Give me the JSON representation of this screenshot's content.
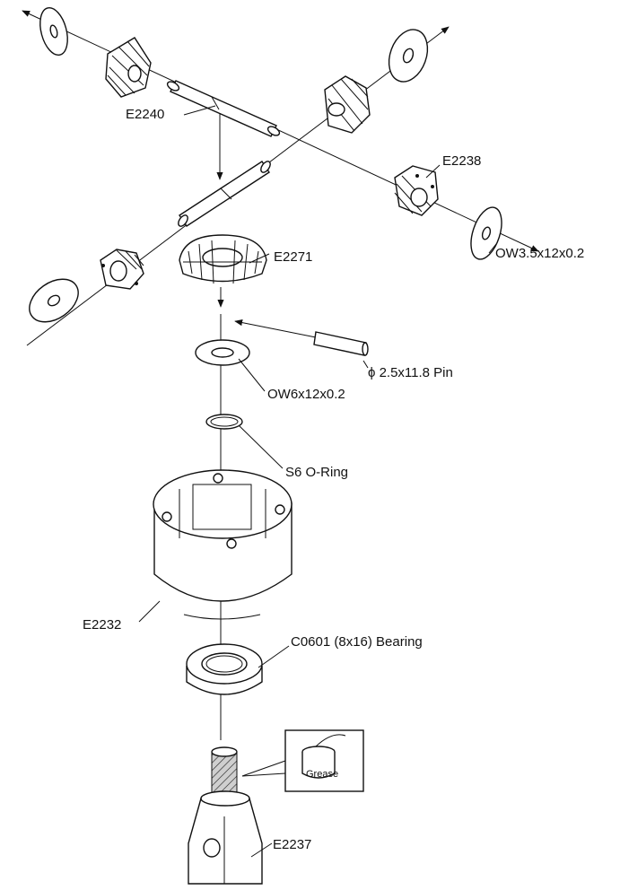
{
  "diagram": {
    "labels": {
      "e2240": "E2240",
      "e2238": "E2238",
      "e2271": "E2271",
      "ow35": "OW3.5x12x0.2",
      "pin": "ϕ 2.5x11.8 Pin",
      "ow6": "OW6x12x0.2",
      "oring": "S6 O-Ring",
      "e2232": "E2232",
      "bearing": "C0601 (8x16) Bearing",
      "grease": "Grease",
      "e2237": "E2237"
    }
  }
}
